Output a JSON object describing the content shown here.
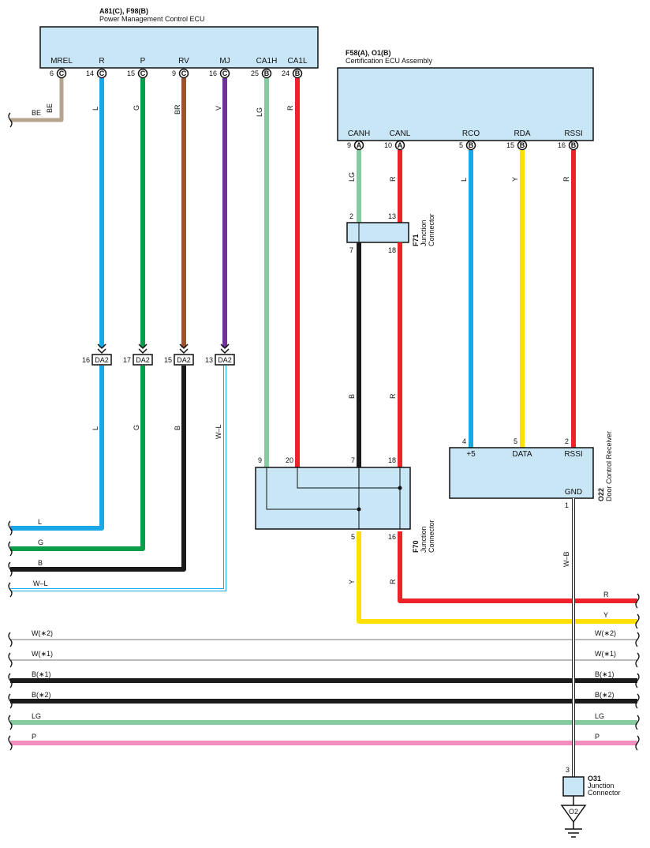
{
  "colors": {
    "component_fill": "#c8e6f5",
    "BE": "#b7a48e",
    "L": "#1aa7e6",
    "G": "#0a9e4a",
    "BR": "#a0522d",
    "V": "#7030a0",
    "LG": "#86cba0",
    "R": "#ee2229",
    "B": "#1a1a1a",
    "Y": "#ffe000",
    "P": "#f28dbe",
    "W": "#ffffff"
  },
  "pm_ecu": {
    "title": "A81(C), F98(B)",
    "name": "Power Management Control ECU",
    "pins": [
      {
        "num": "6",
        "conn": "C",
        "name": "MREL",
        "wire": "BE"
      },
      {
        "num": "14",
        "conn": "C",
        "name": "R",
        "wire": "L"
      },
      {
        "num": "15",
        "conn": "C",
        "name": "P",
        "wire": "G"
      },
      {
        "num": "9",
        "conn": "C",
        "name": "RV",
        "wire": "BR"
      },
      {
        "num": "16",
        "conn": "C",
        "name": "MJ",
        "wire": "V"
      },
      {
        "num": "25",
        "conn": "B",
        "name": "CA1H",
        "wire": "LG"
      },
      {
        "num": "24",
        "conn": "B",
        "name": "CA1L",
        "wire": "R"
      }
    ]
  },
  "cert_ecu": {
    "title": "F58(A), O1(B)",
    "name": "Certification ECU Assembly",
    "pins": [
      {
        "num": "9",
        "conn": "A",
        "name": "CANH",
        "wire": "LG"
      },
      {
        "num": "10",
        "conn": "A",
        "name": "CANL",
        "wire": "R"
      },
      {
        "num": "5",
        "conn": "B",
        "name": "RCO",
        "wire": "L"
      },
      {
        "num": "15",
        "conn": "B",
        "name": "RDA",
        "wire": "Y"
      },
      {
        "num": "16",
        "conn": "B",
        "name": "RSSI",
        "wire": "R"
      }
    ]
  },
  "da2": [
    {
      "num": "16",
      "label": "DA2",
      "wire_below": "L"
    },
    {
      "num": "17",
      "label": "DA2",
      "wire_below": "G"
    },
    {
      "num": "15",
      "label": "DA2",
      "wire_below": "B"
    },
    {
      "num": "13",
      "label": "DA2",
      "wire_below": "W–L"
    }
  ],
  "f71": {
    "tag": "F71",
    "name_line1": "Junction",
    "name_line2": "Connector",
    "pins_top": [
      "2",
      "13"
    ],
    "pins_bottom": [
      "7",
      "18"
    ],
    "wires_below": [
      "B",
      "R"
    ]
  },
  "f70": {
    "tag": "F70",
    "name_line1": "Junction",
    "name_line2": "Connector",
    "pins_top": [
      "9",
      "20",
      "7",
      "18"
    ],
    "pins_bottom": [
      "5",
      "16"
    ],
    "wires_below": [
      "Y",
      "R"
    ]
  },
  "door_rx": {
    "tag": "O22",
    "name": "Door Control Receiver",
    "pins": [
      {
        "num": "4",
        "name": "+5",
        "wire": "L"
      },
      {
        "num": "5",
        "name": "DATA",
        "wire": "Y"
      },
      {
        "num": "2",
        "name": "RSSI",
        "wire": "R"
      }
    ],
    "gnd_pin": "1",
    "gnd_name": "GND",
    "gnd_wire": "W–B"
  },
  "o31": {
    "tag": "O31",
    "name_line1": "Junction",
    "name_line2": "Connector",
    "pin": "3",
    "ground": "O2"
  },
  "left_wires": {
    "be": "BE",
    "l": "L",
    "g": "G",
    "b": "B",
    "wl": "W–L"
  },
  "right_wires": {
    "r": "R",
    "y": "Y"
  },
  "bus": [
    {
      "left": "W(∗2)",
      "right": "W(∗2)",
      "color": "W"
    },
    {
      "left": "W(∗1)",
      "right": "W(∗1)",
      "color": "W"
    },
    {
      "left": "B(∗1)",
      "right": "B(∗1)",
      "color": "B"
    },
    {
      "left": "B(∗2)",
      "right": "B(∗2)",
      "color": "B"
    },
    {
      "left": "LG",
      "right": "LG",
      "color": "LG"
    },
    {
      "left": "P",
      "right": "P",
      "color": "P"
    }
  ]
}
